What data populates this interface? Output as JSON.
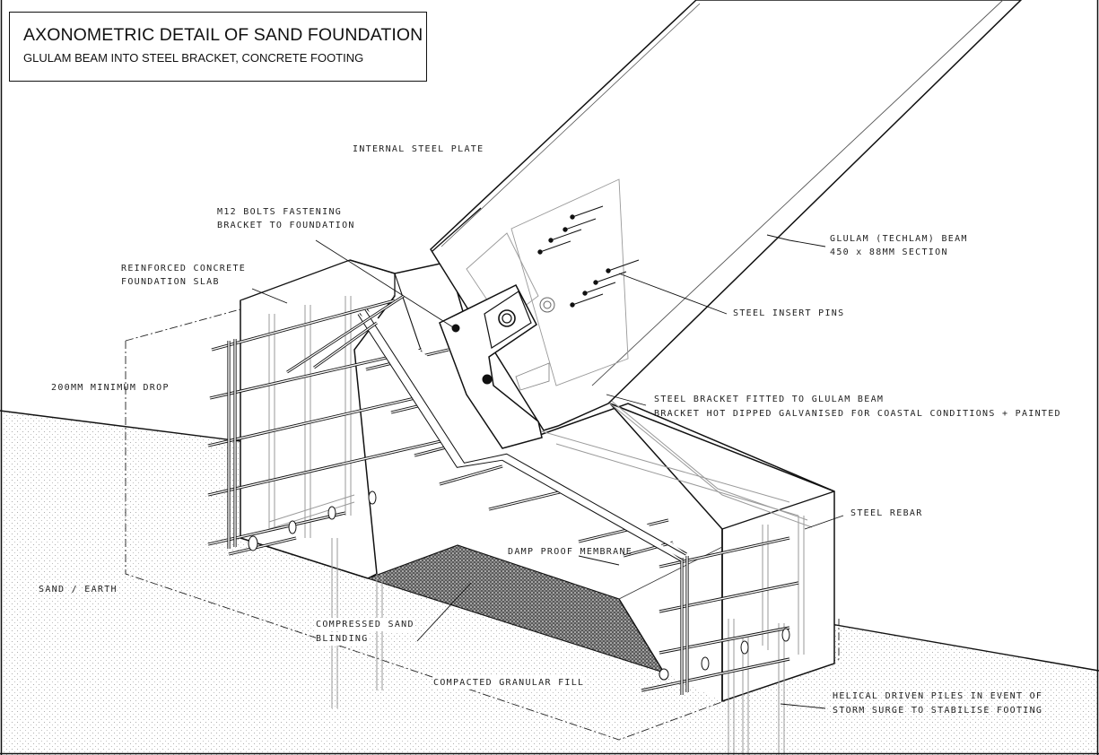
{
  "title": {
    "main": "AXONOMETRIC DETAIL OF SAND FOUNDATION",
    "sub": "GLULAM BEAM INTO STEEL BRACKET, CONCRETE FOOTING"
  },
  "labels": {
    "internal_plate": "INTERNAL STEEL PLATE",
    "m12_bolts_1": "M12 BOLTS FASTENING",
    "m12_bolts_2": "BRACKET TO FOUNDATION",
    "slab_1": "REINFORCED CONCRETE",
    "slab_2": "FOUNDATION SLAB",
    "glulam_1": "GLULAM (TECHLAM) BEAM",
    "glulam_2": "450 x 88MM SECTION",
    "pins": "STEEL INSERT PINS",
    "min_drop": "200MM MINIMUM DROP",
    "bracket_1": "STEEL BRACKET FITTED TO GLULAM BEAM",
    "bracket_2": "BRACKET HOT DIPPED GALVANISED FOR COASTAL CONDITIONS + PAINTED",
    "rebar": "STEEL REBAR",
    "dpm": "DAMP PROOF MEMBRANE",
    "sand_earth": "SAND / EARTH",
    "blinding_1": "COMPRESSED SAND",
    "blinding_2": "BLINDING",
    "granular": "COMPACTED GRANULAR FILL",
    "piles_1": "HELICAL DRIVEN PILES IN EVENT OF",
    "piles_2": "STORM SURGE TO STABILISE FOOTING"
  }
}
